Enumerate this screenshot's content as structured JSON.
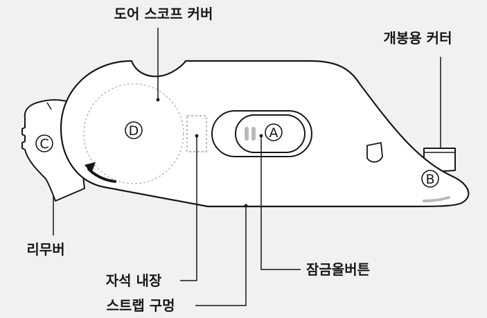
{
  "labels": {
    "door_scope_cover": "도어 스코프 커버",
    "opening_cutter": "개봉용 커터",
    "remover": "리무버",
    "magnet_built_in": "자석 내장",
    "strap_hole": "스트랩 구멍",
    "lock_button": "잠금올버튼"
  },
  "markers": {
    "a": "A",
    "b": "B",
    "c": "C",
    "d": "D"
  },
  "colors": {
    "background": "#f1f1f2",
    "line": "#161616",
    "body_fill": "#ffffff",
    "dashed_gray": "#bdbdbd",
    "accent_gray": "#b9b9b9"
  }
}
